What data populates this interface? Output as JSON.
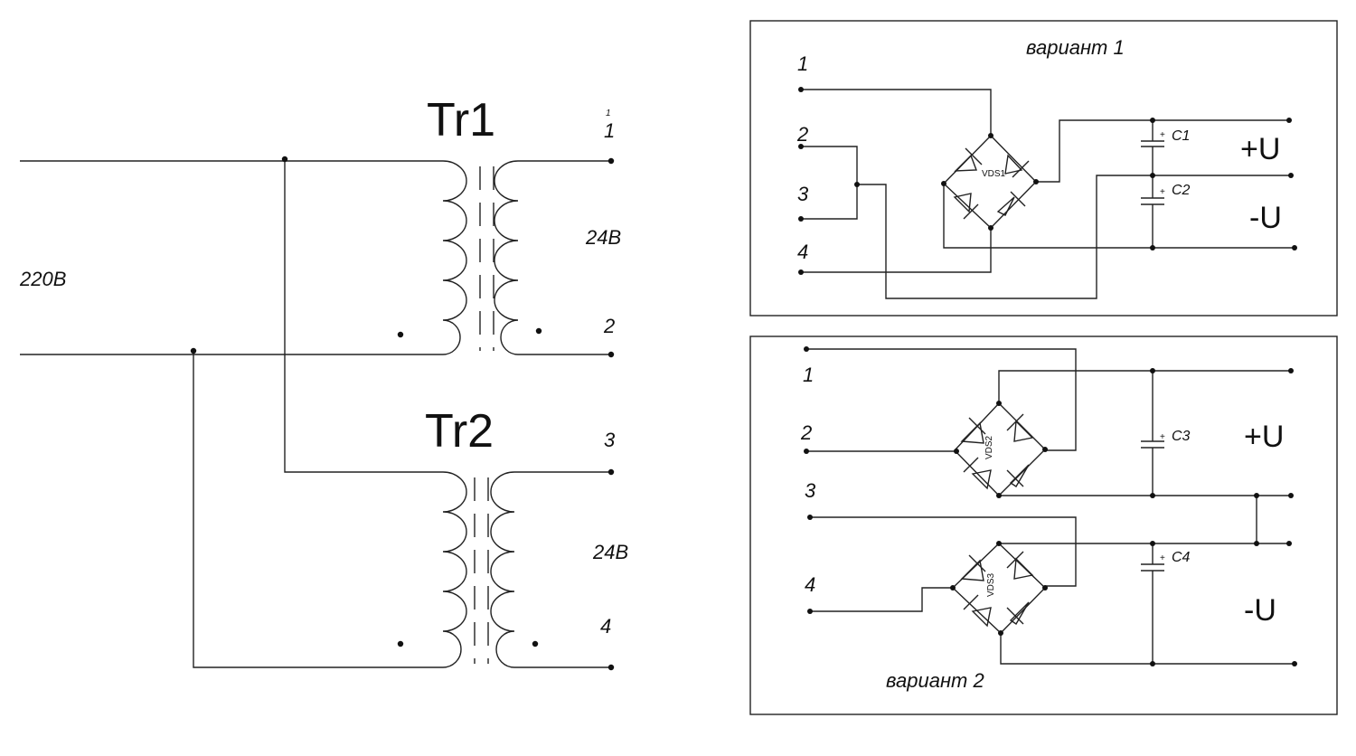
{
  "transformers": {
    "tr1": {
      "name": "Tr1",
      "secondary_voltage": "24B",
      "terminal_top": "1",
      "terminal_top_mark": "1",
      "terminal_bottom": "2"
    },
    "tr2": {
      "name": "Tr2",
      "secondary_voltage": "24B",
      "terminal_top": "3",
      "terminal_bottom": "4"
    },
    "primary_voltage": "220B"
  },
  "variant1": {
    "title": "вариант 1",
    "terminals": [
      "1",
      "2",
      "3",
      "4"
    ],
    "bridge": "VDS1",
    "capacitors": [
      "C1",
      "C2"
    ],
    "plus_label": "+U",
    "minus_label": "-U",
    "cap_plus_sign": "+"
  },
  "variant2": {
    "title": "вариант 2",
    "terminals": [
      "1",
      "2",
      "3",
      "4"
    ],
    "bridges": [
      "VDS2",
      "VDS3"
    ],
    "capacitors": [
      "C3",
      "C4"
    ],
    "plus_label": "+U",
    "minus_label": "-U",
    "cap_plus_sign": "+"
  }
}
